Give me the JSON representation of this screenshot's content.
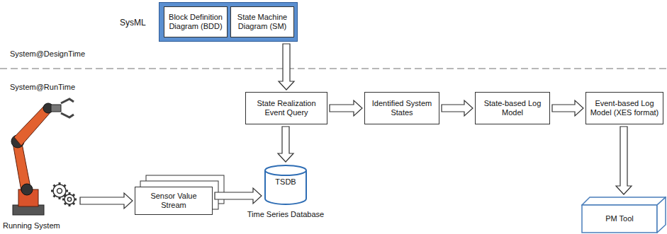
{
  "diagram": {
    "nodes": [
      {
        "text": [
          "SysML"
        ]
      },
      {
        "text": [
          "Block Definition Diagram (BDD)"
        ],
        "in": 0
      },
      {
        "text": [
          "State Machine Diagram (SM)"
        ],
        "in": 0
      },
      {
        "text": [
          "State Realization Event Query"
        ]
      },
      {
        "text": [
          "Identified System States"
        ]
      },
      {
        "text": [
          "State-based Log Model"
        ]
      },
      {
        "text": [
          "Event-based Log Model (XES format)"
        ]
      },
      {
        "text": [
          "Running System"
        ]
      },
      {
        "text": [
          "Sensor Value Stream"
        ]
      },
      {
        "text": [
          "TSDB",
          "Time Series Database"
        ]
      },
      {
        "text": [
          "PM Tool"
        ]
      }
    ],
    "edges": [
      {
        "from": 0,
        "to": 3,
        "arrow": "to"
      },
      {
        "from": 3,
        "to": 4,
        "arrow": "to"
      },
      {
        "from": 4,
        "to": 5,
        "arrow": "to"
      },
      {
        "from": 5,
        "to": 6,
        "arrow": "to"
      },
      {
        "from": 3,
        "to": 9,
        "arrow": "to"
      },
      {
        "from": 7,
        "to": 8,
        "arrow": "to"
      },
      {
        "from": 8,
        "to": 9,
        "arrow": "to"
      },
      {
        "from": 6,
        "to": 10,
        "arrow": "to"
      }
    ],
    "labels": [
      "System@DesignTime",
      "System@RunTime"
    ]
  }
}
